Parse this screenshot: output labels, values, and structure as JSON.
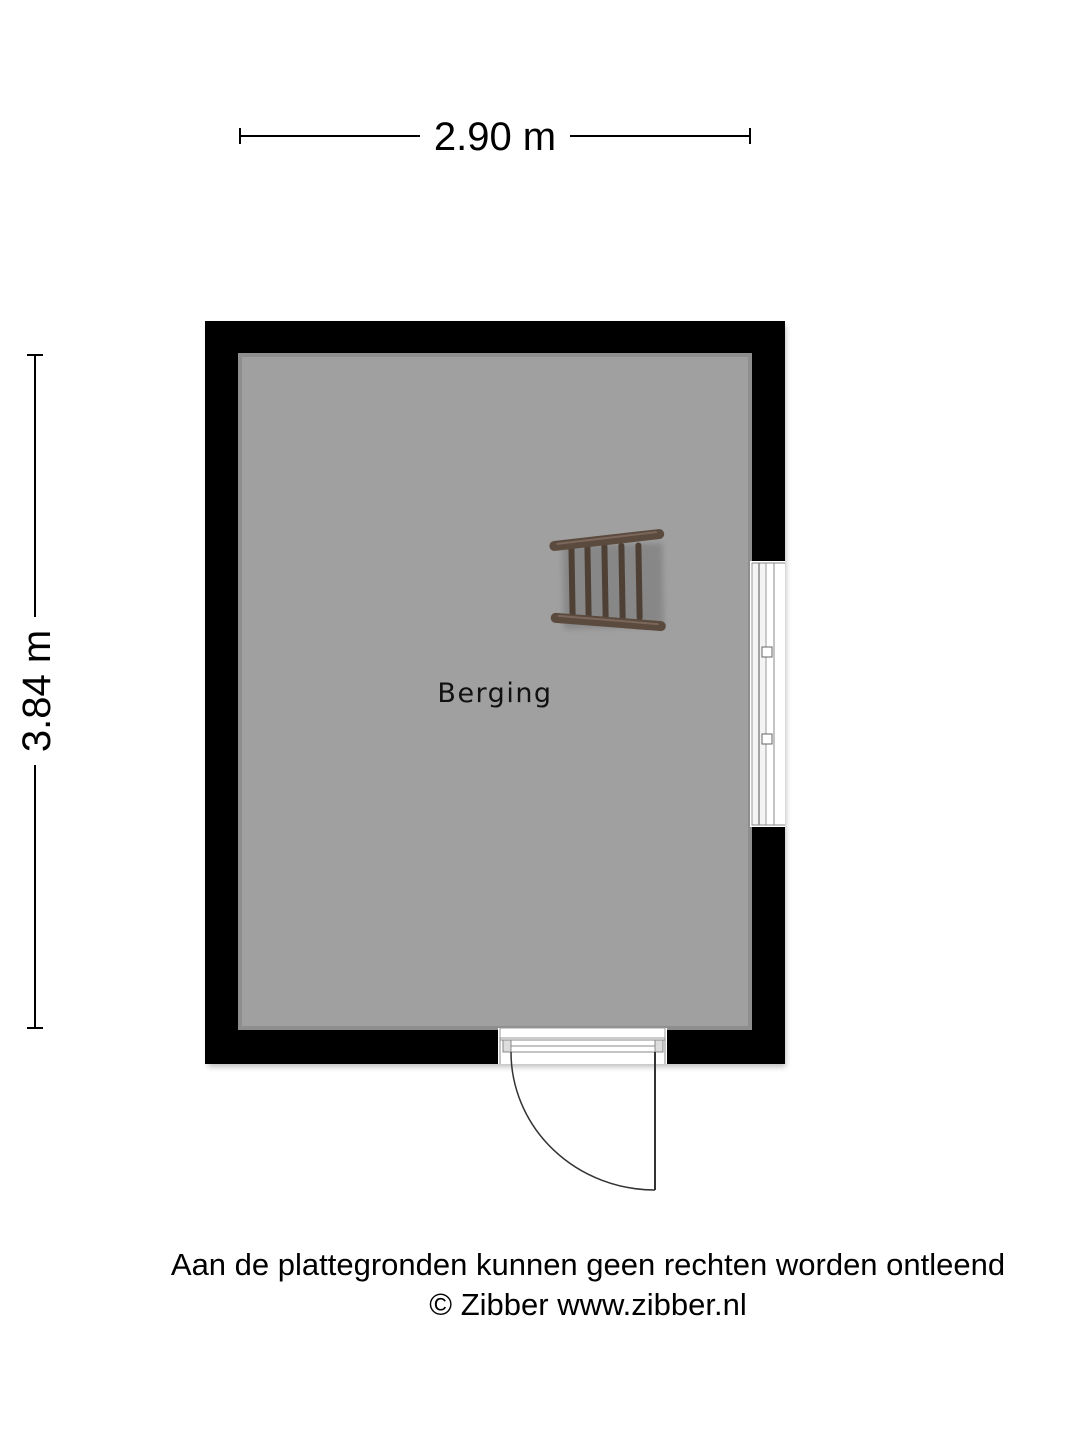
{
  "dimensions": {
    "width_label": "2.90 m",
    "height_label": "3.84 m"
  },
  "room": {
    "name": "Berging"
  },
  "footer": {
    "disclaimer": "Aan de plattegronden kunnen geen rechten worden ontleend",
    "copyright": "© Zibber www.zibber.nl"
  },
  "colors": {
    "wall": "#000000",
    "floor": "#a0a0a0",
    "ladder": "#5b4a3e",
    "background": "#ffffff"
  }
}
